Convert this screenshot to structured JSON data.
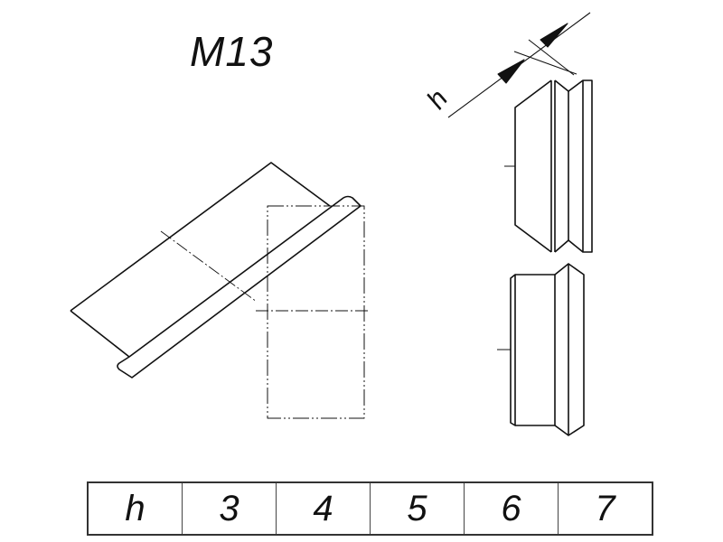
{
  "drawing": {
    "title": "M13",
    "dimension_label": "h"
  },
  "table": {
    "header": "h",
    "values": [
      "3",
      "4",
      "5",
      "6",
      "7"
    ]
  }
}
